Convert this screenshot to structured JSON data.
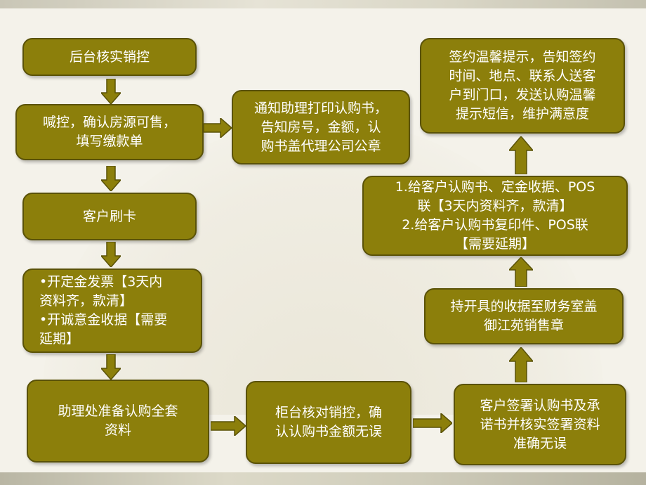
{
  "steps": {
    "s1": "后台核实销控",
    "s2": "喊控，确认房源可售，\n填写缴款单",
    "s3": "客户刷卡",
    "s4": "•开定金发票【3天内\n资料齐，款清】\n•开诚意金收据【需要\n延期】",
    "s5": "助理处准备认购全套\n资料",
    "n1": "通知助理打印认购书，\n告知房号，金额，认\n购书盖代理公司公章",
    "b1": "柜台核对销控，确\n认认购书金额无误",
    "b2": "客户签署认购书及承\n诺书并核实签署资料\n准确无误",
    "r1": "持开具的收据至财务室盖\n御江苑销售章",
    "r2": "1.给客户认购书、定金收据、POS\n联【3天内资料齐，款清】\n2.给客户认购书复印件、POS联\n【需要延期】",
    "r3": "签约温馨提示，告知签约\n时间、地点、联系人送客\n户到门口，发送认购温馨\n提示短信，维护满意度"
  },
  "colors": {
    "box_fill": "#8c7f0b",
    "box_border": "#5a5208",
    "arrow_fill": "#8c7f0b",
    "text": "#ffffff",
    "background": "#f4f2ea"
  }
}
